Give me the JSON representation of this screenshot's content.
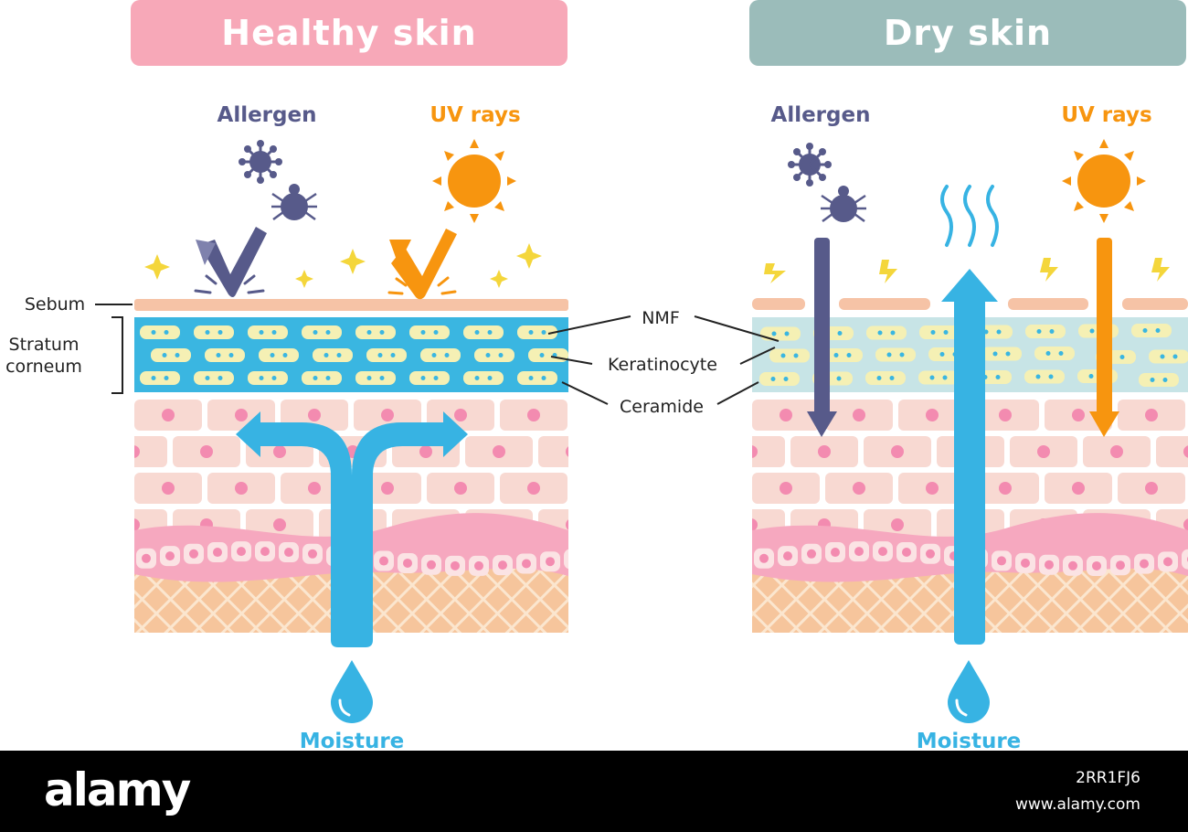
{
  "panels": {
    "healthy": {
      "title": "Healthy skin",
      "allergen_label": "Allergen",
      "uv_label": "UV rays",
      "moisture_label": "Moisture"
    },
    "dry": {
      "title": "Dry skin",
      "allergen_label": "Allergen",
      "uv_label": "UV rays",
      "moisture_label": "Moisture"
    }
  },
  "labels": {
    "sebum": "Sebum",
    "stratum_line1": "Stratum",
    "stratum_line2": "corneum",
    "nmf": "NMF",
    "keratinocyte": "Keratinocyte",
    "ceramide": "Ceramide"
  },
  "colors": {
    "healthy_banner": "#f7a8b8",
    "dry_banner": "#9bbcba",
    "allergen": "#575a8a",
    "uv": "#f7950f",
    "moisture": "#37b3e3",
    "stratum_healthy": "#3ab6e1",
    "stratum_dry": "#c7e4e6",
    "sebum": "#f6c3a6",
    "cells": "#f8d9d2",
    "dermis": "#f6c59c"
  },
  "watermark": {
    "brand": "alamy",
    "image_id": "2RR1FJ6",
    "url": "www.alamy.com"
  }
}
